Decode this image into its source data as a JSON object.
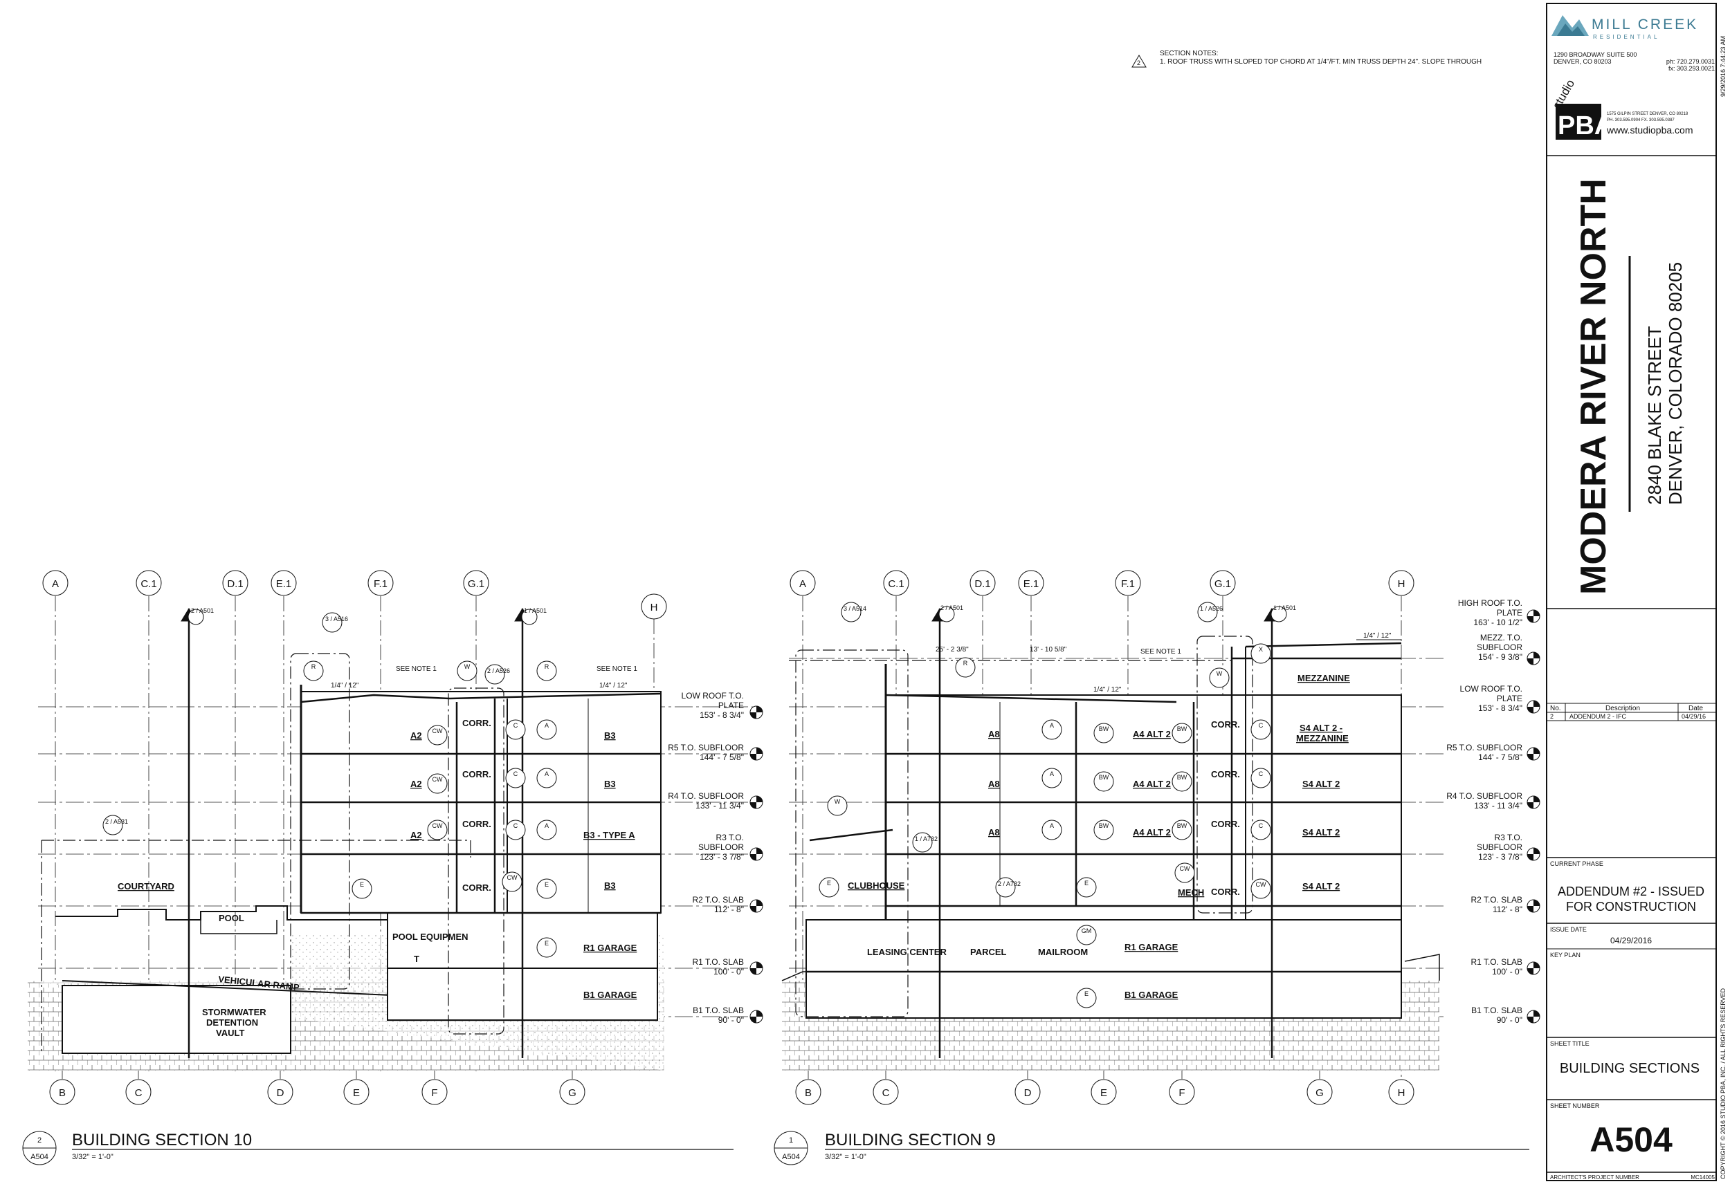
{
  "section_notes": {
    "title": "SECTION NOTES:",
    "note1": "1. ROOF TRUSS WITH SLOPED TOP CHORD AT 1/4\"/FT. MIN TRUSS DEPTH 24\". SLOPE THROUGH",
    "delta": "2"
  },
  "title_block": {
    "firm_name": "MILL CREEK",
    "firm_sub": "RESIDENTIAL",
    "firm_address1": "1290 BROADWAY SUITE 500",
    "firm_address2": "DENVER, CO 80203",
    "firm_phone": "ph: 720.279.0031",
    "firm_fax": "fx: 303.293.0021",
    "architect_small": "studio",
    "architect_name": "PBA",
    "architect_addr1": "1575   GILPIN STREET    DENVER, CO 80218",
    "architect_addr2": "PH.   303.595.0904   FX.   303.595.0387",
    "architect_web": "www.studiopba.com",
    "project_name": "MODERA RIVER NORTH",
    "project_street": "2840 BLAKE STREET",
    "project_city": "DENVER, COLORADO 80205",
    "timestamp": "9/29/2016 7:44:23 AM",
    "rev_headers": [
      "No.",
      "Description",
      "Date"
    ],
    "revisions": [
      {
        "no": "2",
        "desc": "ADDENDUM 2 - IFC",
        "date": "04/29/16"
      }
    ],
    "current_phase_label": "CURRENT PHASE",
    "current_phase_line1": "ADDENDUM #2 - ISSUED",
    "current_phase_line2": "FOR CONSTRUCTION",
    "issue_date_label": "ISSUE DATE",
    "issue_date": "04/29/2016",
    "key_plan_label": "KEY PLAN",
    "sheet_title_label": "SHEET TITLE",
    "sheet_title": "BUILDING SECTIONS",
    "sheet_number_label": "SHEET NUMBER",
    "sheet_number": "A504",
    "project_number_label": "ARCHITECT'S PROJECT NUMBER",
    "project_number": "MC14005",
    "copyright": "COPYRIGHT © 2016 STUDIO PBA, INC. / ALL RIGHTS RESERVED"
  },
  "section10": {
    "number": "2",
    "sheet": "A504",
    "title": "BUILDING SECTION 10",
    "scale": "3/32\" = 1'-0\"",
    "grid_top": [
      "A",
      "C.1",
      "D.1",
      "E.1",
      "F.1",
      "G.1",
      "H"
    ],
    "grid_bottom": [
      "B",
      "C",
      "D",
      "E",
      "F",
      "G"
    ],
    "rooms": [
      "CORR.",
      "B3",
      "A2",
      "CORR.",
      "B3",
      "A2",
      "CORR.",
      "B3 - TYPE A",
      "A2",
      "CORR.",
      "B3",
      "COURTYARD",
      "POOL",
      "POOL EQUIPMEN",
      "T",
      "R1 GARAGE",
      "VEHICULAR RAMP",
      "STORMWATER",
      "DETENTION",
      "VAULT",
      "B1 GARAGE"
    ],
    "callouts": [
      "2 / A501",
      "3 / A516",
      "2 / A526",
      "1 / A501",
      "2 / A531"
    ],
    "tags": [
      "R",
      "W",
      "R",
      "CW",
      "C",
      "A",
      "CW",
      "C",
      "A",
      "CW",
      "C",
      "A",
      "E",
      "CW",
      "E",
      "E"
    ],
    "notes": [
      "SEE NOTE 1",
      "SEE NOTE 1",
      "1/4\" / 12\"",
      "1/4\" / 12\""
    ]
  },
  "section9": {
    "number": "1",
    "sheet": "A504",
    "title": "BUILDING SECTION 9",
    "scale": "3/32\" = 1'-0\"",
    "grid_top": [
      "A",
      "C.1",
      "D.1",
      "E.1",
      "F.1",
      "G.1",
      "H"
    ],
    "grid_bottom": [
      "B",
      "C",
      "D",
      "E",
      "F",
      "G",
      "H"
    ],
    "rooms": [
      "MEZZANINE",
      "A8",
      "A4 ALT 2",
      "CORR.",
      "S4 ALT 2 -",
      "MEZZANINE",
      "A8",
      "A4 ALT 2",
      "CORR.",
      "S4 ALT 2",
      "A8",
      "A4 ALT 2",
      "CORR.",
      "S4 ALT 2",
      "CLUBHOUSE",
      "MECH",
      "CORR.",
      "S4 ALT 2",
      "LEASING CENTER",
      "PARCEL",
      "MAILROOM",
      "R1 GARAGE",
      "B1 GARAGE"
    ],
    "callouts": [
      "3 / A514",
      "2 / A501",
      "1 / A526",
      "1 / A501",
      "1 / A732",
      "2 / A732"
    ],
    "dims": [
      "25' - 2 3/8\"",
      "13' - 10 5/8\"",
      "1/4\" / 12\"",
      "1/4\" / 12\"",
      "SEE NOTE 1"
    ],
    "tags": [
      "R",
      "X",
      "W",
      "A",
      "BW",
      "BW",
      "C",
      "W",
      "A",
      "BW",
      "BW",
      "C",
      "A",
      "BW",
      "BW",
      "C",
      "E",
      "E",
      "CW",
      "CW",
      "GM",
      "E"
    ]
  },
  "levels": [
    {
      "name": "HIGH ROOF T.O.",
      "name2": "PLATE",
      "elev": "163' - 10 1/2\""
    },
    {
      "name": "MEZZ. T.O.",
      "name2": "SUBFLOOR",
      "elev": "154' - 9 3/8\""
    },
    {
      "name": "LOW ROOF T.O.",
      "name2": "PLATE",
      "elev": "153' - 8 3/4\""
    },
    {
      "name": "R5 T.O. SUBFLOOR",
      "name2": "",
      "elev": "144' - 7 5/8\""
    },
    {
      "name": "R4 T.O. SUBFLOOR",
      "name2": "",
      "elev": "133' - 11 3/4\""
    },
    {
      "name": "R3  T.O.",
      "name2": "SUBFLOOR",
      "elev": "123' - 3 7/8\""
    },
    {
      "name": "R2 T.O. SLAB",
      "name2": "",
      "elev": "112' - 8\""
    },
    {
      "name": "R1 T.O. SLAB",
      "name2": "",
      "elev": "100' - 0\""
    },
    {
      "name": "B1 T.O. SLAB",
      "name2": "",
      "elev": "90' - 0\""
    }
  ]
}
